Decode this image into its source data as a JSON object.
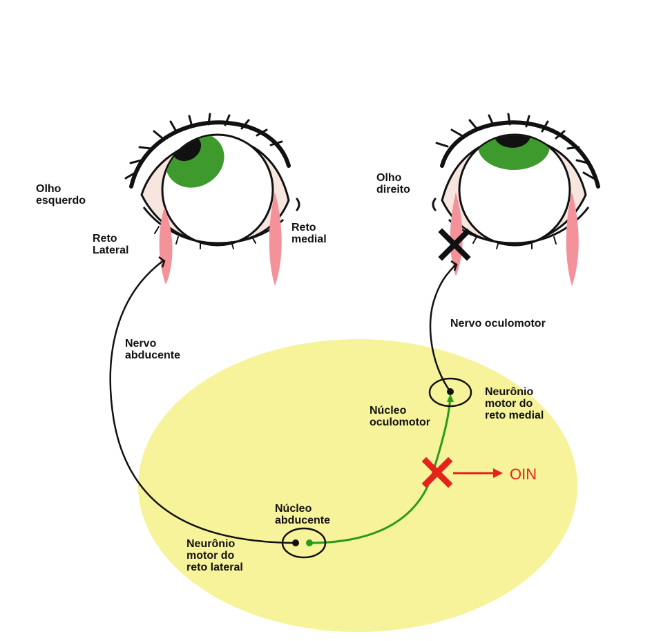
{
  "colors": {
    "brainstem": "#f6f39a",
    "iris": "#3f9a2e",
    "pupil": "#111111",
    "muscle": "#f4929a",
    "sclera_shadow": "#f7e6e0",
    "nerve": "#111111",
    "mlf_pathway": "#2a9a1e",
    "lesion": "#e8211a",
    "block": "#111111"
  },
  "labels": {
    "left_eye": [
      "Olho",
      "esquerdo"
    ],
    "right_eye": [
      "Olho",
      "direito"
    ],
    "lateral_rectus": [
      "Reto",
      "Lateral"
    ],
    "medial_rectus": [
      "Reto",
      "medial"
    ],
    "abducens_nerve": [
      "Nervo",
      "abducente"
    ],
    "oculomotor_nerve": "Nervo oculomotor",
    "oculomotor_nucleus": [
      "Núcleo",
      "oculomotor"
    ],
    "medial_rectus_neuron": [
      "Neurônio",
      "motor do",
      "reto medial"
    ],
    "abducens_nucleus": [
      "Núcleo",
      "abducente"
    ],
    "lateral_rectus_neuron": [
      "Neurônio",
      "motor do",
      "reto lateral"
    ],
    "lesion_label": "OIN"
  },
  "icons": {
    "lesion_marker": "cross-mark-icon",
    "nerve_block_marker": "cross-mark-icon",
    "lesion_arrow": "arrow-right-icon"
  }
}
